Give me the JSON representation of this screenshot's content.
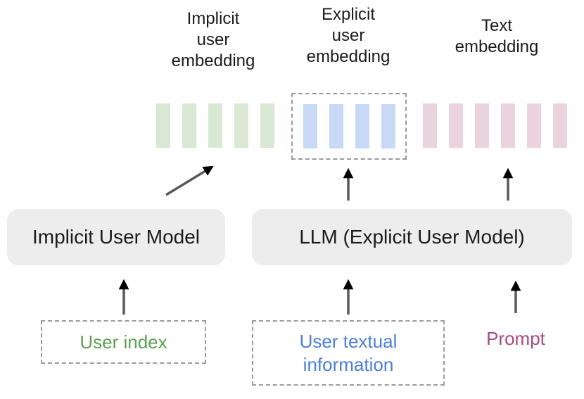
{
  "embeddings": {
    "implicit": {
      "label": "Implicit\nuser\nembedding",
      "bar_count": 5,
      "bar_color": "#d9e8d2"
    },
    "explicit": {
      "label": "Explicit\nuser\nembedding",
      "bar_count": 4,
      "bar_color": "#c8d9f6",
      "boxed": true
    },
    "text": {
      "label": "Text\nembedding",
      "bar_count": 6,
      "bar_color": "#ebd3de"
    }
  },
  "models": {
    "implicit": {
      "label": "Implicit User Model"
    },
    "llm": {
      "label": "LLM (Explicit User Model)"
    }
  },
  "inputs": {
    "user_index": {
      "label": "User index",
      "text_color": "#5ba150",
      "boxed": true
    },
    "user_textual_information": {
      "label": "User textual\ninformation",
      "text_color": "#4a7fd9",
      "boxed": true
    },
    "prompt": {
      "label": "Prompt",
      "text_color": "#a84a7e",
      "boxed": false
    }
  },
  "colors": {
    "background": "#ffffff",
    "label_text": "#1b1b1b",
    "model_box_fill": "#ededed",
    "dashed_border": "#9b9b9b",
    "arrow": "#595959"
  }
}
